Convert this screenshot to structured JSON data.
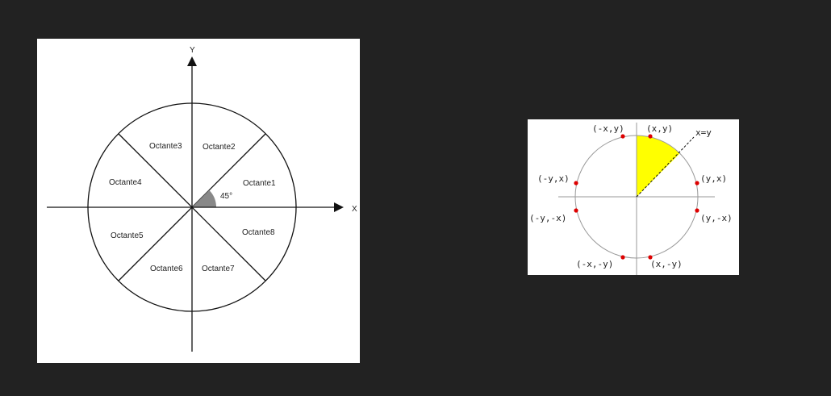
{
  "octant_diagram": {
    "axis_x_label": "X",
    "axis_y_label": "Y",
    "angle_label": "45°",
    "octants": [
      "Octante1",
      "Octante2",
      "Octante3",
      "Octante4",
      "Octante5",
      "Octante6",
      "Octante7",
      "Octante8"
    ],
    "colors": {
      "angle_marker": "#888888",
      "stroke": "#111111"
    }
  },
  "symmetry_diagram": {
    "diagonal_label": "x=y",
    "points": [
      "(x,y)",
      "(-x,y)",
      "(y,x)",
      "(-y,x)",
      "(y,-x)",
      "(-y,-x)",
      "(x,-y)",
      "(-x,-y)"
    ],
    "colors": {
      "highlight": "#ffff00",
      "point": "#dd0000",
      "circle": "#999999"
    }
  }
}
